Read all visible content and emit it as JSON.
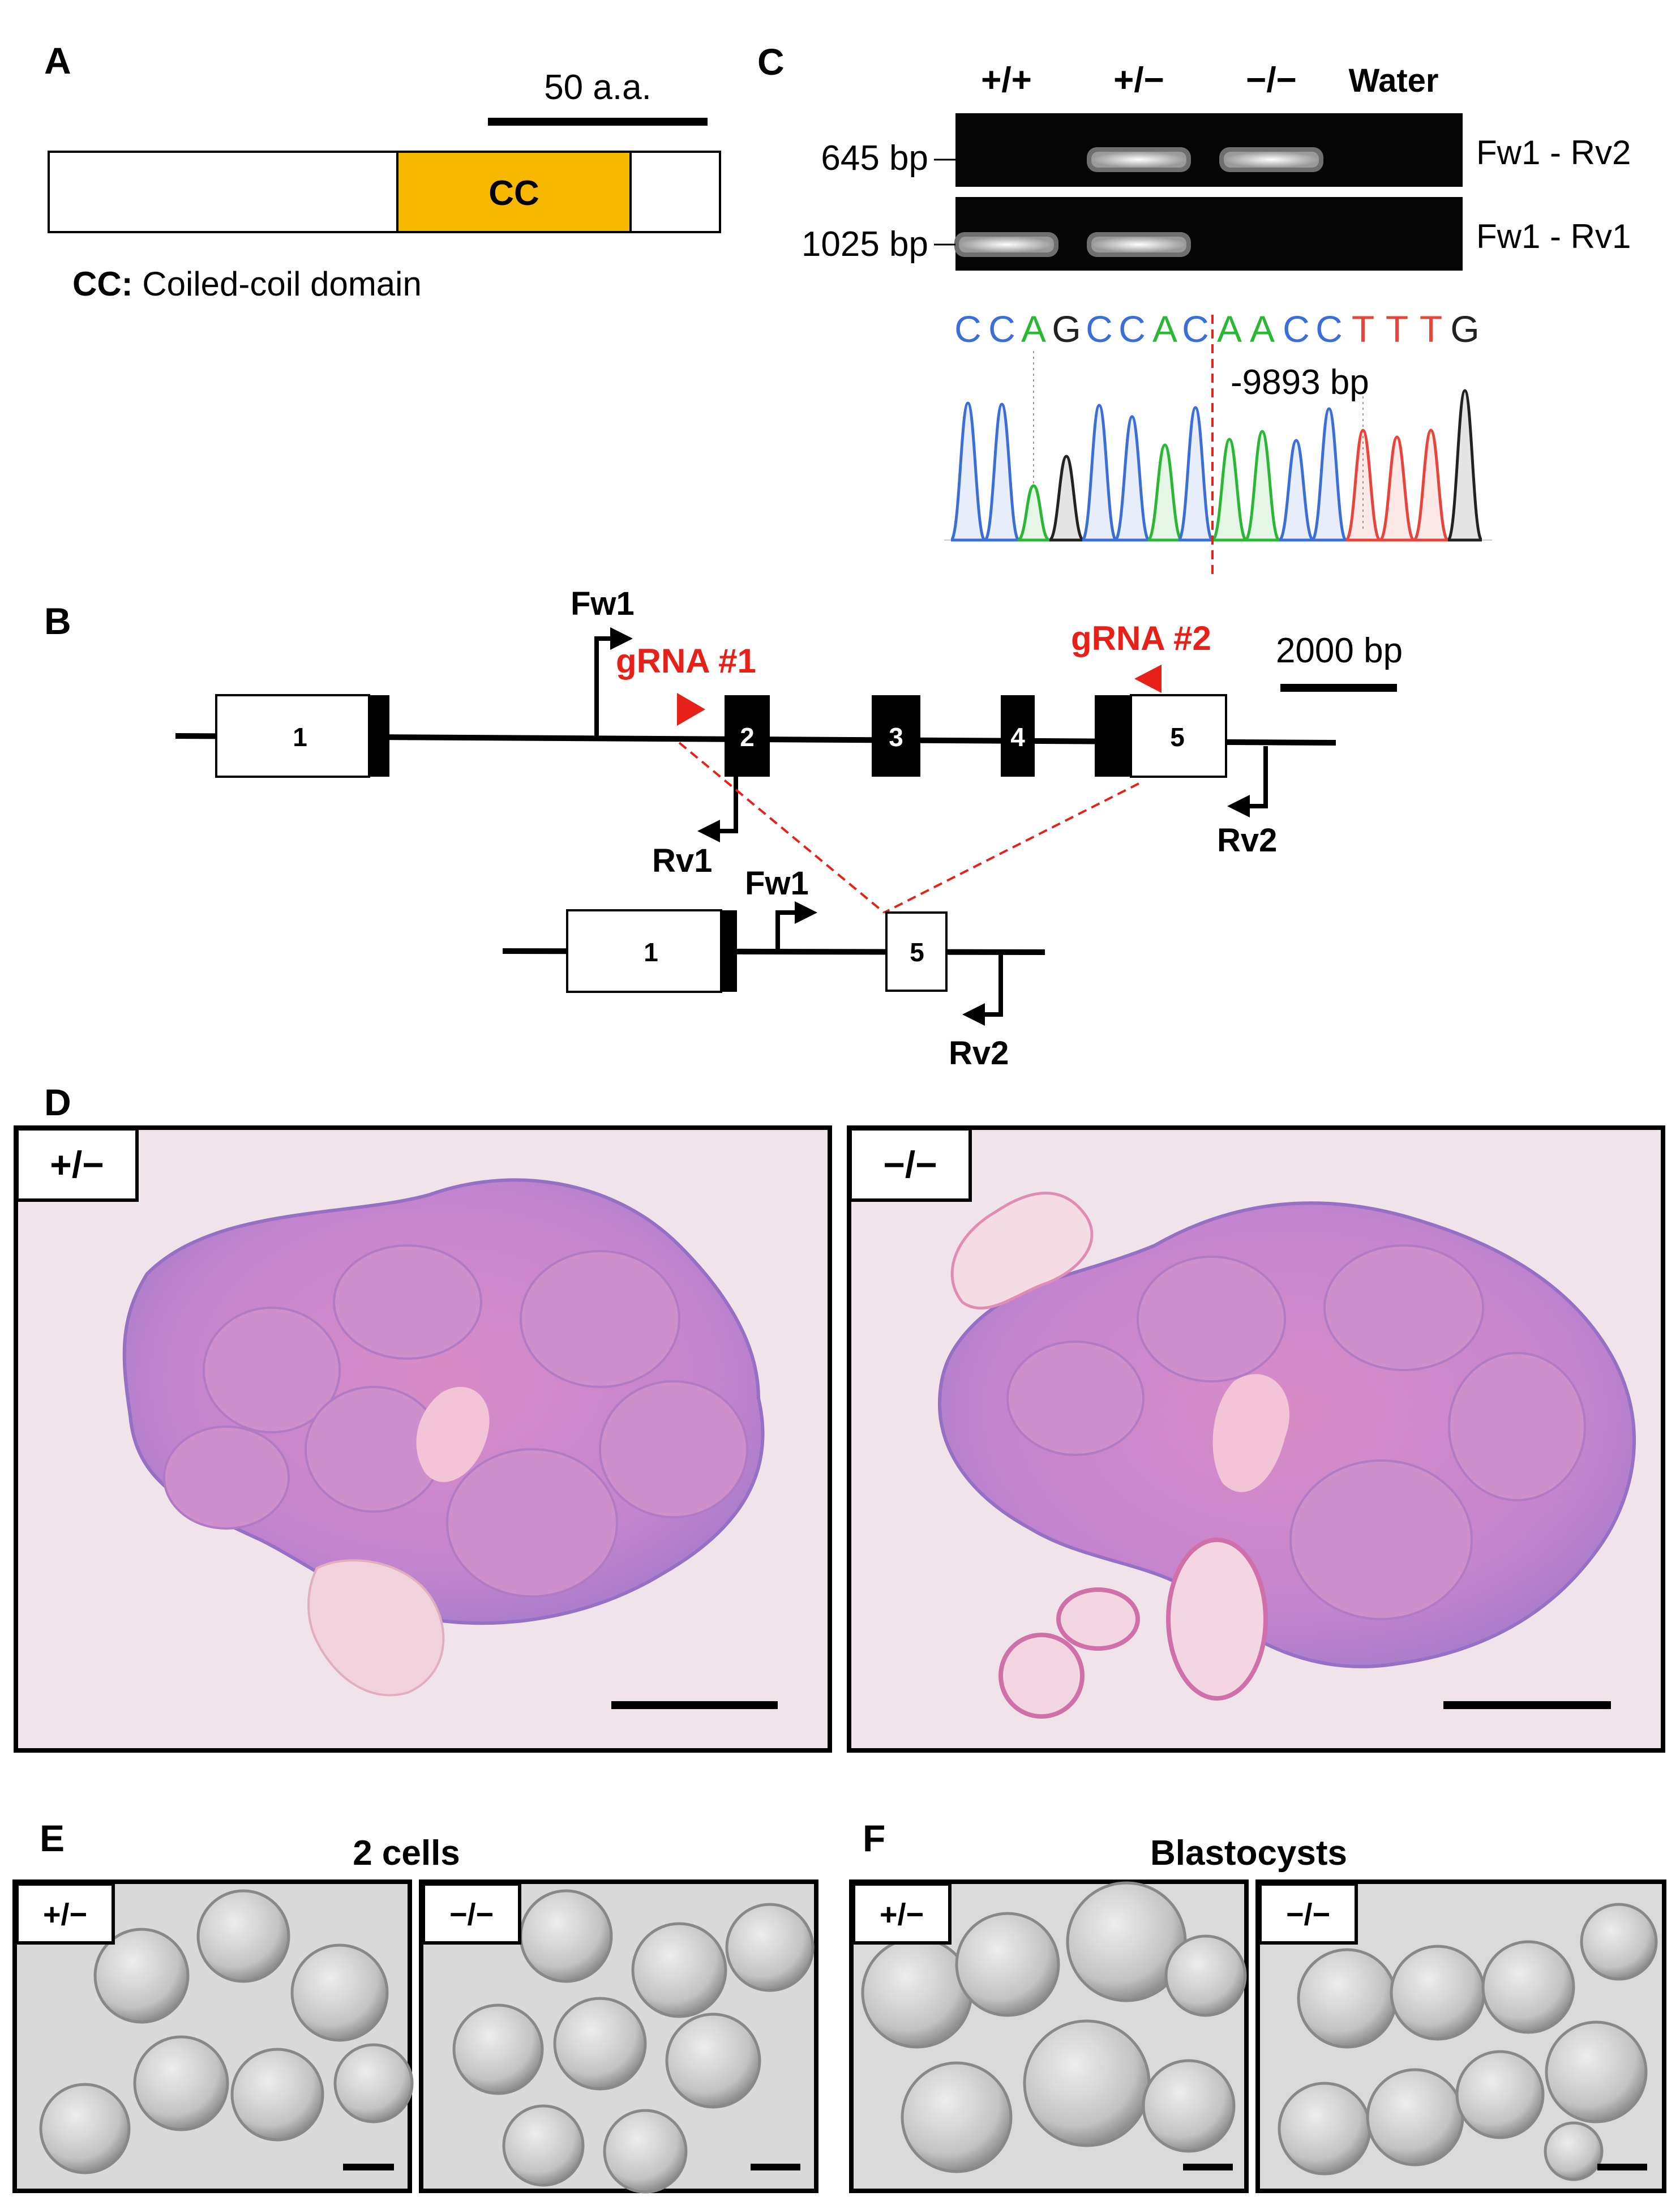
{
  "panels": {
    "a": {
      "letter": "A",
      "scale_label": "50 a.a.",
      "domain_label": "CC",
      "legend_key": "CC:",
      "legend_text": " Coiled-coil domain",
      "domain_color": "#F7B800"
    },
    "b": {
      "letter": "B",
      "scale_label": "2000 bp",
      "primer_fw1": "Fw1",
      "primer_rv1": "Rv1",
      "primer_rv2": "Rv2",
      "grna1": "gRNA #1",
      "grna2": "gRNA #2",
      "exons_wt": [
        "1",
        "2",
        "3",
        "4",
        "5"
      ],
      "exons_ko": [
        "1",
        "5"
      ],
      "grna_color": "#E8201A"
    },
    "c": {
      "letter": "C",
      "lanes": [
        "+/+",
        "+/−",
        "−/−",
        "Water"
      ],
      "bands": [
        {
          "size": "645 bp",
          "primers": "Fw1 - Rv2",
          "present": [
            false,
            true,
            true,
            false
          ]
        },
        {
          "size": "1025 bp",
          "primers": "Fw1 - Rv1",
          "present": [
            true,
            true,
            false,
            false
          ]
        }
      ],
      "seq": [
        "C",
        "C",
        "A",
        "G",
        "C",
        "C",
        "A",
        "C",
        "A",
        "A",
        "C",
        "C",
        "T",
        "T",
        "T",
        "G"
      ],
      "deletion_label": "-9893 bp",
      "base_colors": {
        "A": "#2AB834",
        "C": "#3A6FD8",
        "G": "#222222",
        "T": "#E8443A"
      }
    },
    "d": {
      "letter": "D",
      "genotypes": [
        "+/−",
        "−/−"
      ]
    },
    "e": {
      "letter": "E",
      "title": "2 cells",
      "genotypes": [
        "+/−",
        "−/−"
      ]
    },
    "f": {
      "letter": "F",
      "title": "Blastocysts",
      "genotypes": [
        "+/−",
        "−/−"
      ]
    }
  }
}
